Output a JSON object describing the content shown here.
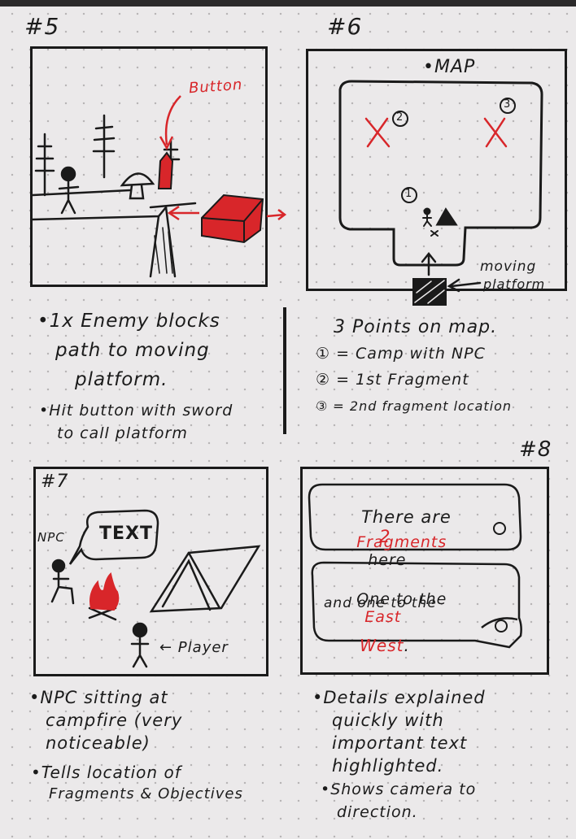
{
  "panels": {
    "p5": {
      "number": "#5",
      "button_label": "Button",
      "notes": [
        "•1x Enemy blocks",
        "path to moving",
        "platform.",
        "•Hit button with sword",
        "to call platform"
      ]
    },
    "p6": {
      "number": "#6",
      "map_label": "•MAP",
      "points": [
        "2",
        "3",
        "1"
      ],
      "platform_label_line1": "moving",
      "platform_label_line2": "platform",
      "notes": [
        "3 Points on map.",
        "① = Camp with NPC",
        "② = 1st Fragment",
        "③ = 2nd fragment location"
      ]
    },
    "p7": {
      "number": "#7",
      "npc_label": "NPC",
      "bubble_text": "TEXT",
      "player_label": "← Player",
      "notes": [
        "•NPC sitting at",
        "campfire (very",
        "noticeable)",
        "•Tells location of",
        "Fragments & Objectives"
      ]
    },
    "p8": {
      "number": "#8",
      "bubble1": {
        "pre": "There are",
        "num": "2",
        "red": "Fragments",
        "post": "here"
      },
      "bubble2": {
        "pre": "One to the",
        "east": "East",
        "mid": "and one to the",
        "west": "West",
        "end": "."
      },
      "notes": [
        "•Details explained",
        "quickly with",
        "important text",
        "highlighted.",
        "•Shows camera to",
        "direction."
      ]
    }
  },
  "colors": {
    "ink": "#1b1b1b",
    "accent": "#d8262a",
    "paper": "#ebe9ea"
  }
}
